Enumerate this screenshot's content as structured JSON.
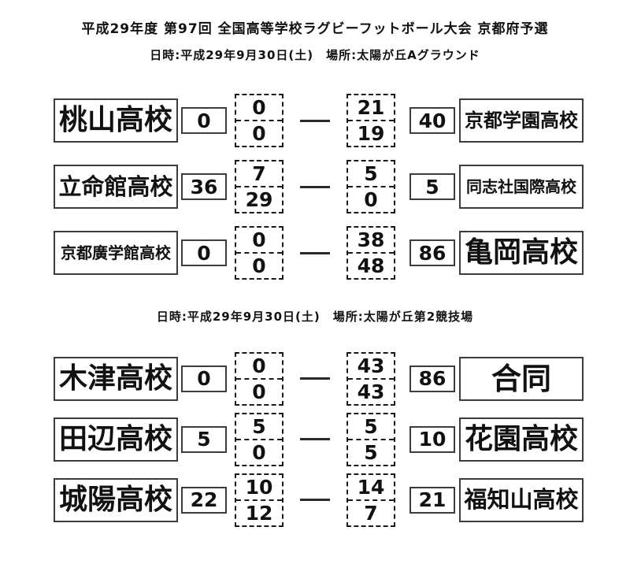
{
  "page": {
    "title": "平成29年度 第97回 全国高等学校ラグビーフットボール大会 京都府予選"
  },
  "colors": {
    "text": "#111111",
    "solid_box_border": "#3c3c3c",
    "dashed_box_border": "#1a1a1a",
    "background": "#ffffff"
  },
  "sections": [
    {
      "subtitle": "日時:平成29年9月30日(土)　場所:太陽が丘Aグラウンド",
      "matches": [
        {
          "home": {
            "name": "桃山高校",
            "total": "0",
            "h1": "0",
            "h2": "0"
          },
          "away": {
            "name": "京都学園高校",
            "total": "40",
            "h1": "21",
            "h2": "19"
          }
        },
        {
          "home": {
            "name": "立命館高校",
            "total": "36",
            "h1": "7",
            "h2": "29"
          },
          "away": {
            "name": "同志社国際高校",
            "total": "5",
            "h1": "5",
            "h2": "0"
          }
        },
        {
          "home": {
            "name": "京都廣学館高校",
            "total": "0",
            "h1": "0",
            "h2": "0"
          },
          "away": {
            "name": "亀岡高校",
            "total": "86",
            "h1": "38",
            "h2": "48"
          }
        }
      ]
    },
    {
      "subtitle": "日時:平成29年9月30日(土)　場所:太陽が丘第2競技場",
      "matches": [
        {
          "home": {
            "name": "木津高校",
            "total": "0",
            "h1": "0",
            "h2": "0"
          },
          "away": {
            "name": "合同",
            "total": "86",
            "h1": "43",
            "h2": "43"
          }
        },
        {
          "home": {
            "name": "田辺高校",
            "total": "5",
            "h1": "5",
            "h2": "0"
          },
          "away": {
            "name": "花園高校",
            "total": "10",
            "h1": "5",
            "h2": "5"
          }
        },
        {
          "home": {
            "name": "城陽高校",
            "total": "22",
            "h1": "10",
            "h2": "12"
          },
          "away": {
            "name": "福知山高校",
            "total": "21",
            "h1": "14",
            "h2": "7"
          }
        }
      ]
    }
  ]
}
